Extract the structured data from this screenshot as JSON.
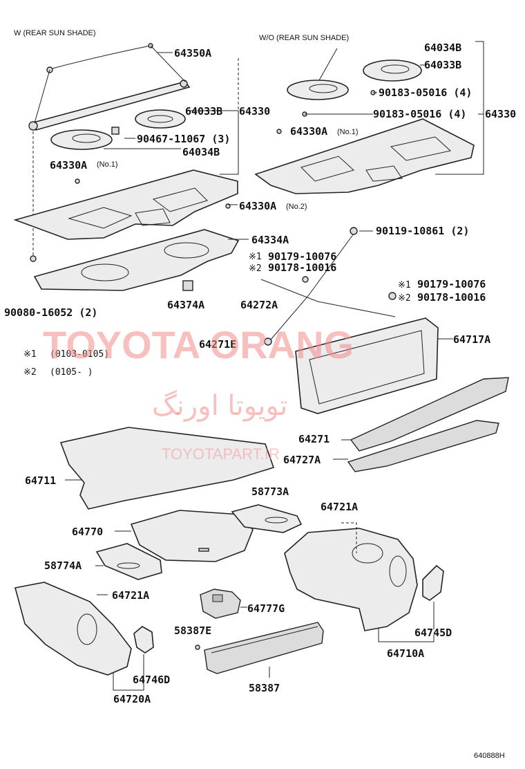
{
  "headings": {
    "with_shade": "W (REAR SUN SHADE)",
    "without_shade": "W/O (REAR SUN SHADE)"
  },
  "labels": {
    "l64350A": "64350A",
    "l64033B_left": "64033B",
    "l64330_left": "64330",
    "l90467": "90467-11067 (3)",
    "l64034B_left": "64034B",
    "l64330A_no1_left": "64330A",
    "no1_left": "(No.1)",
    "l64330A_no2": "64330A",
    "no2": "(No.2)",
    "l64334A": "64334A",
    "l90080": "90080-16052 (2)",
    "l64374A": "64374A",
    "l64272A": "64272A",
    "l64271E": "64271E",
    "l64034B_right": "64034B",
    "l64033B_right": "64033B",
    "l90183_a": "90183-05016 (4)",
    "l90183_b": "90183-05016 (4)",
    "l64330_right": "64330",
    "l64330A_no1_right": "64330A",
    "no1_right": "(No.1)",
    "l90119": "90119-10861 (2)",
    "l90179_a": "90179-10076",
    "l90178_a": "90178-10016",
    "l90179_b": "90179-10076",
    "l90178_b": "90178-10016",
    "l64717A": "64717A",
    "l64271": "64271",
    "l64727A": "64727A",
    "l64711": "64711",
    "l58773A": "58773A",
    "l64721A_top": "64721A",
    "l64770": "64770",
    "l58774A": "58774A",
    "l64721A_bottom": "64721A",
    "l64777G": "64777G",
    "l58387E": "58387E",
    "l64745D": "64745D",
    "l64710A": "64710A",
    "l64746D": "64746D",
    "l58387": "58387",
    "l64720A": "64720A",
    "mark1_a": "※1",
    "mark2_a": "※2",
    "mark1_b": "※1",
    "mark2_b": "※2",
    "diagram_code": "640888H"
  },
  "notes": {
    "n1_mark": "※1",
    "n1_range": "(0103-0105)",
    "n2_mark": "※2",
    "n2_range": "(0105-        )"
  },
  "watermark": {
    "brand": "TOYOTA ORANG",
    "persian": "تویوتا اورنگ",
    "site": "TOYOTAPART.IR"
  }
}
